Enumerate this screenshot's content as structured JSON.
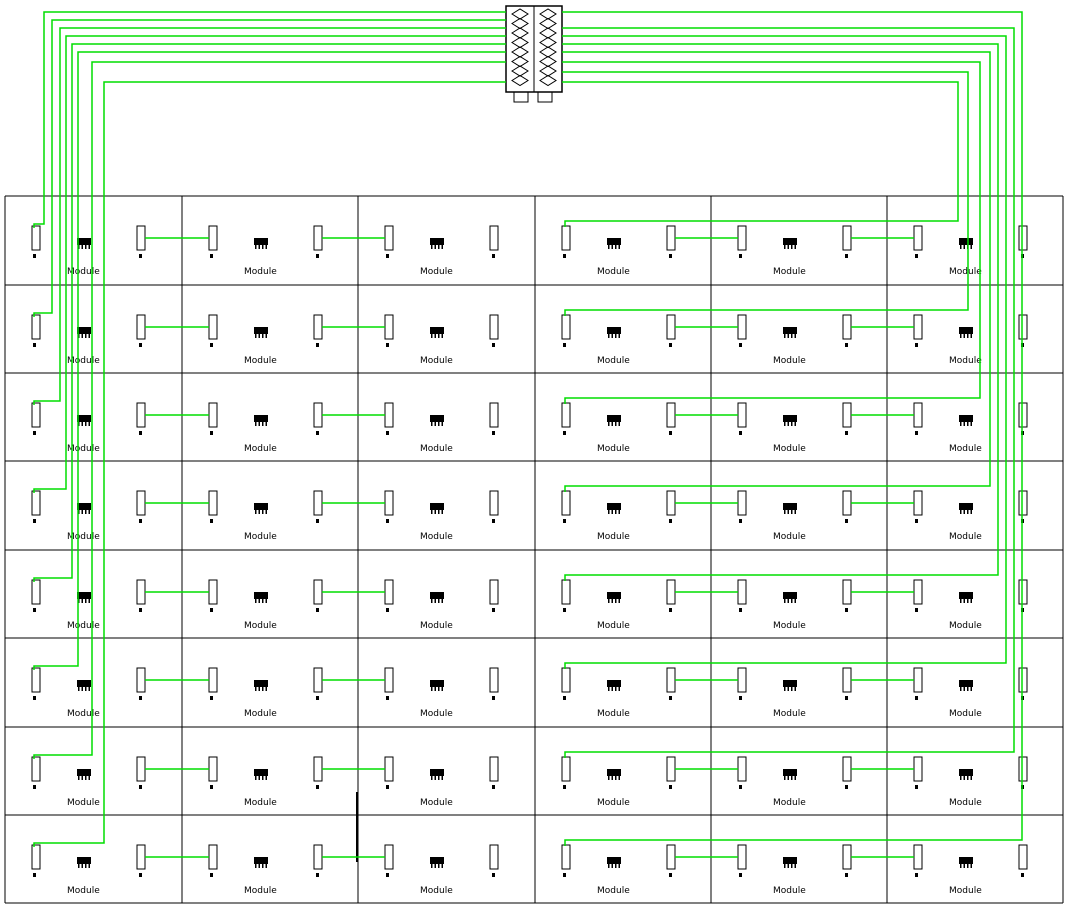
{
  "diagram": {
    "module_label": "Module",
    "grid": {
      "rows": 8,
      "cols": 6
    },
    "wire_color": "#00dd00",
    "line_color": "#000000"
  }
}
